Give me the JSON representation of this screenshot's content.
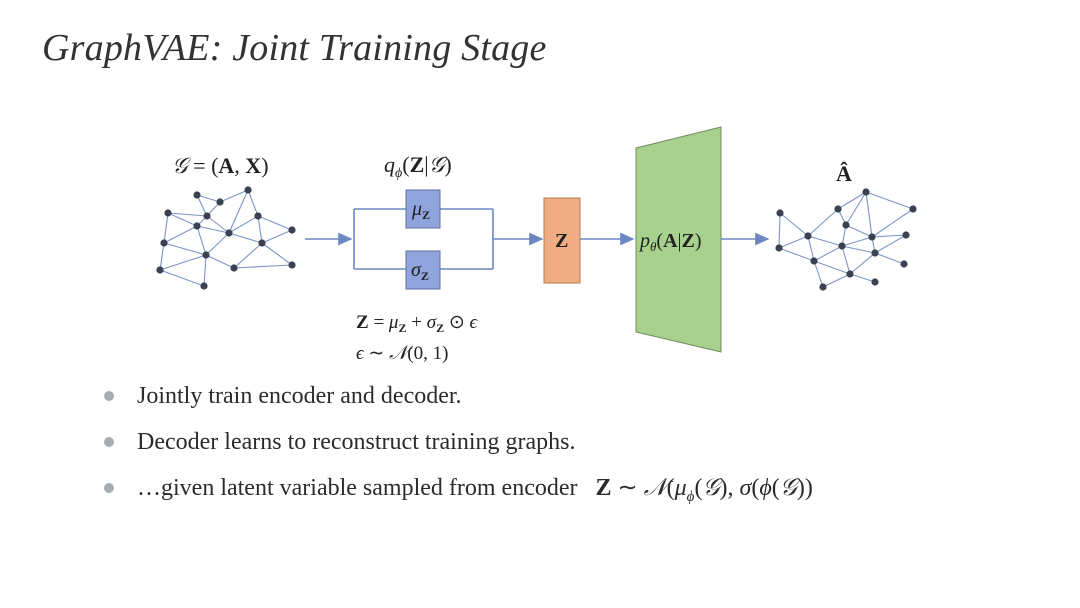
{
  "slide": {
    "title": "GraphVAE: Joint Training Stage"
  },
  "diagram": {
    "input_graph_label": "𝒢 = (A, X)",
    "encoder_label": "q_ϕ(Z|𝒢)",
    "mu_label": "μ",
    "sigma_label": "σ",
    "z_subscript": "Z",
    "z_label": "Z",
    "decoder_label": "p_θ(A|Z)",
    "output_label": "Â",
    "reparam_eq_1": "Z = μZ + σZ ⊙ ϵ",
    "reparam_eq_2": "ϵ ∼ 𝒩(0, 1)",
    "colors": {
      "mu_sigma_box": "#8fa3dd",
      "z_box": "#f0ad83",
      "decoder_trapezoid": "#a9d18e",
      "edges": "#7b96c8",
      "nodes": "#3b4150"
    }
  },
  "bullets": [
    {
      "text": "Jointly train encoder and decoder."
    },
    {
      "text": "Decoder learns to reconstruct training graphs."
    },
    {
      "text": "…given latent variable sampled from encoder",
      "math": "Z ∼ 𝒩(μϕ(𝒢), σ(ϕ(𝒢))"
    }
  ]
}
